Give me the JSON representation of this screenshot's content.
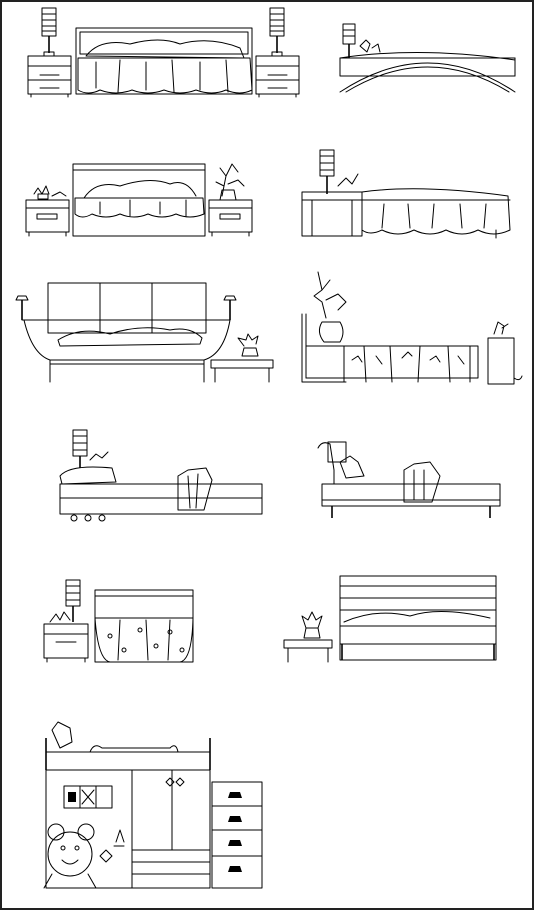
{
  "sheet": {
    "background": "#ffffff",
    "line_color": "#000000",
    "border_color": "#222222",
    "drawings": [
      {
        "id": "double-bed-with-two-nightstands-and-lamps"
      },
      {
        "id": "arched-bed-with-lamp"
      },
      {
        "id": "double-bed-with-nightstands-and-plant"
      },
      {
        "id": "bed-with-lamp-on-side-cabinet"
      },
      {
        "id": "paneled-bed-with-wall-lamps-and-side-table"
      },
      {
        "id": "bed-with-branch-vase-and-nightstand"
      },
      {
        "id": "low-platform-bed-with-lamp"
      },
      {
        "id": "upholstered-bed-with-cushions"
      },
      {
        "id": "floral-bed-with-nightstand-and-lamp"
      },
      {
        "id": "slatted-headboard-bed-with-side-table"
      },
      {
        "id": "kids-loft-bed-with-wardrobe-and-drawers"
      }
    ]
  }
}
